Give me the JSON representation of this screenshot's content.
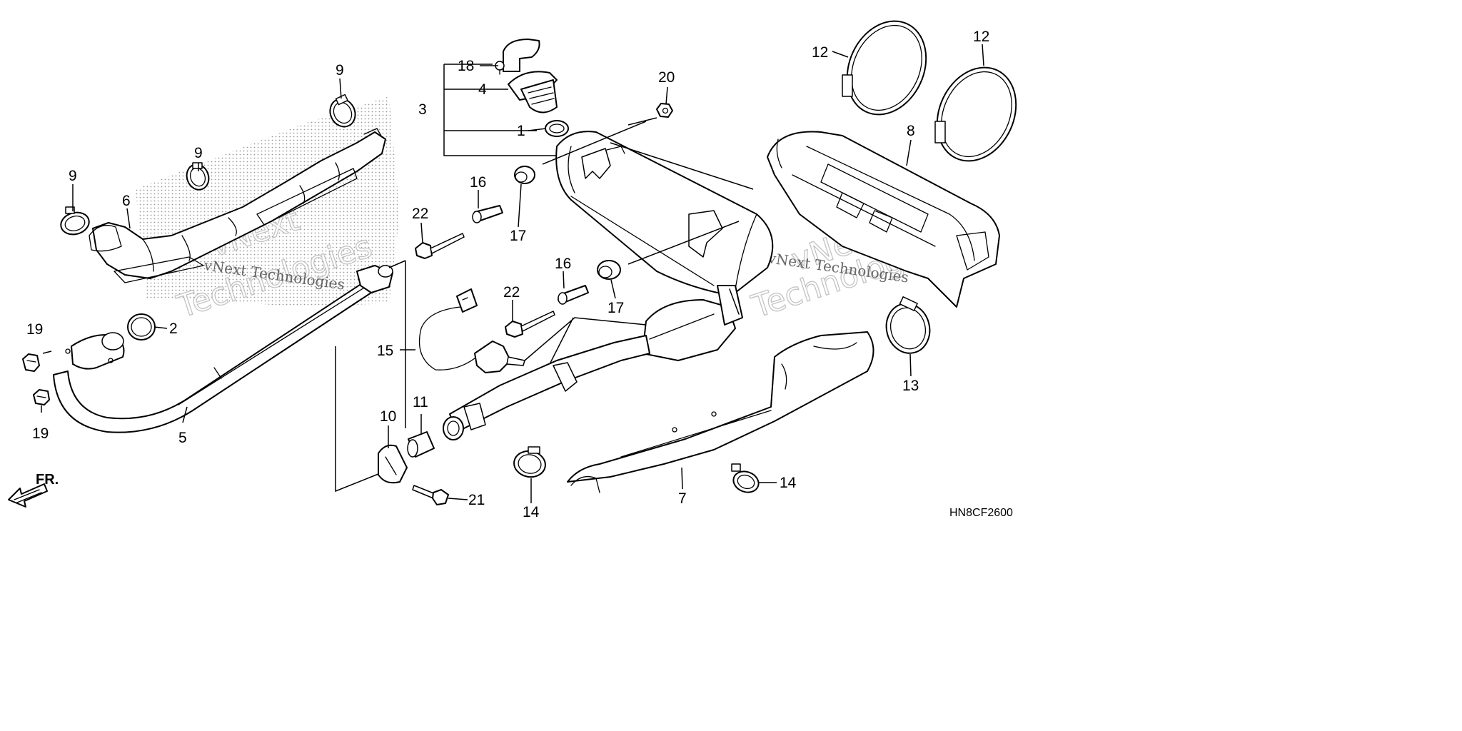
{
  "callouts": {
    "c1": "1",
    "c2": "2",
    "c3": "3",
    "c4": "4",
    "c5": "5",
    "c6": "6",
    "c7": "7",
    "c8": "8",
    "c9a": "9",
    "c9b": "9",
    "c9c": "9",
    "c10": "10",
    "c11": "11",
    "c12a": "12",
    "c12b": "12",
    "c13": "13",
    "c14a": "14",
    "c14b": "14",
    "c15": "15",
    "c16a": "16",
    "c16b": "16",
    "c17a": "17",
    "c17b": "17",
    "c18": "18",
    "c19a": "19",
    "c19b": "19",
    "c20": "20",
    "c21": "21",
    "c22a": "22",
    "c22b": "22"
  },
  "diagram_code": "HN8CF2600",
  "front_arrow_label": "FR.",
  "watermark": {
    "line": "vNext Technologies",
    "big_top": "vNext",
    "big_bottom": "Technologies"
  }
}
